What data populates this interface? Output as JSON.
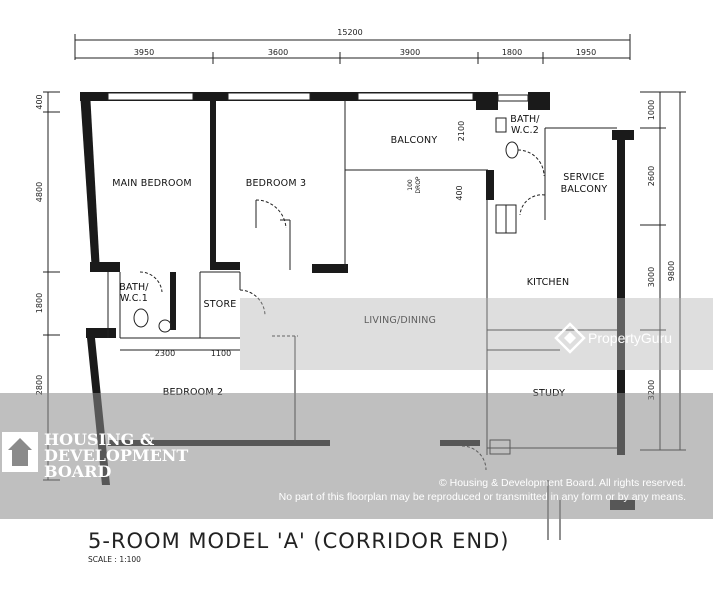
{
  "dimensions": {
    "total_width": "15200",
    "top_segments": [
      "3950",
      "3600",
      "3900",
      "1800",
      "1950"
    ],
    "left_segments": [
      "400",
      "4800",
      "1800",
      "2800"
    ],
    "right_segments": [
      "1000",
      "2600",
      "3000",
      "3200"
    ],
    "right_total": "9800",
    "balcony_depth": "2100",
    "store_depth": "400",
    "bath_segments": [
      "2300",
      "1100"
    ]
  },
  "rooms": {
    "main_bedroom": "MAIN BEDROOM",
    "bedroom_3": "BEDROOM 3",
    "balcony": "BALCONY",
    "bath_wc_2_line1": "BATH/",
    "bath_wc_2_line2": "W.C.2",
    "service_balcony_line1": "SERVICE",
    "service_balcony_line2": "BALCONY",
    "bath_wc_1_line1": "BATH/",
    "bath_wc_1_line2": "W.C.1",
    "store": "STORE",
    "kitchen": "KITCHEN",
    "living_dining": "LIVING/DINING",
    "bedroom_2": "BEDROOM 2",
    "study": "STUDY",
    "refuse_chute_label": "DROP",
    "refuse_label": "100"
  },
  "watermarks": {
    "hdb_line1": "HOUSING &",
    "hdb_line2": "DEVELOPMENT",
    "hdb_line3": "BOARD",
    "copyright_line1": "© Housing & Development Board. All rights reserved.",
    "copyright_line2": "No part of this floorplan may be reproduced or transmitted in any form or by any means.",
    "propertyguru": "PropertyGuru"
  },
  "caption": {
    "title": "5-ROOM MODEL 'A' (CORRIDOR END)",
    "scale": "SCALE : 1:100"
  }
}
